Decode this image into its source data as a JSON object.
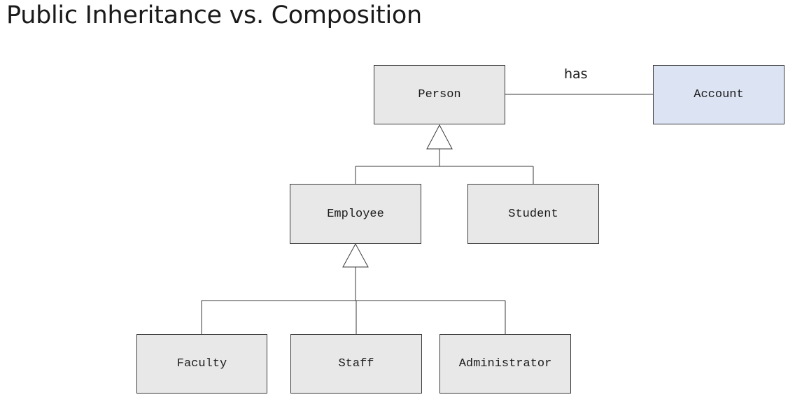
{
  "title": "Public Inheritance vs. Composition",
  "classes": {
    "person": "Person",
    "account": "Account",
    "employee": "Employee",
    "student": "Student",
    "faculty": "Faculty",
    "staff": "Staff",
    "administrator": "Administrator"
  },
  "association_label": "has",
  "colors": {
    "class_fill": "#e8e8e8",
    "composed_class_fill": "#dce3f3",
    "line": "#3a3a3a"
  }
}
